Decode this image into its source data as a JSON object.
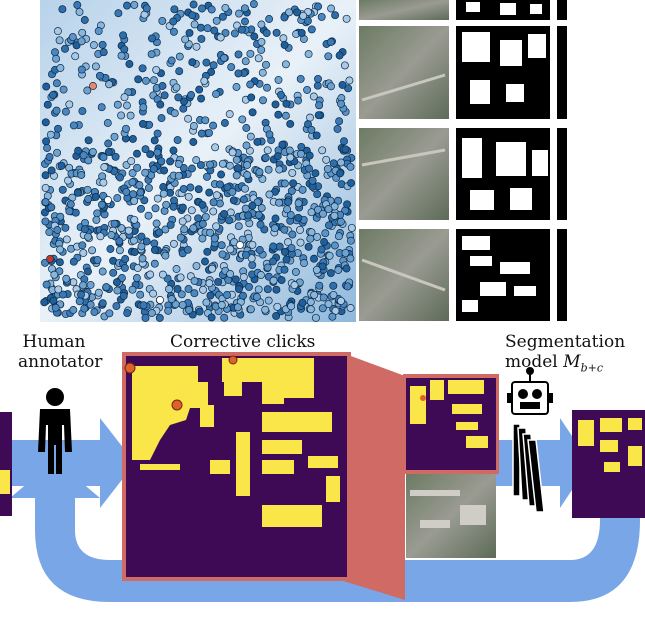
{
  "labels": {
    "human_line1": "Human",
    "human_line2": "annotator",
    "corrective": "Corrective clicks",
    "seg_line1": "Segmentation",
    "seg_line2": "model",
    "model_symbol": "M",
    "model_subscript": "b+c"
  },
  "colors": {
    "arrow_blue": "#79a6e6",
    "mask_purple": "#3f0a55",
    "mask_yellow": "#fbe64a",
    "zoom_red": "#cf6b64",
    "click_orange": "#e0622a",
    "scatter_bg": "#c9dff0",
    "dot_blue": "#3a78b5"
  },
  "icons": [
    "person-icon",
    "robot-icon",
    "model-layers-icon"
  ]
}
